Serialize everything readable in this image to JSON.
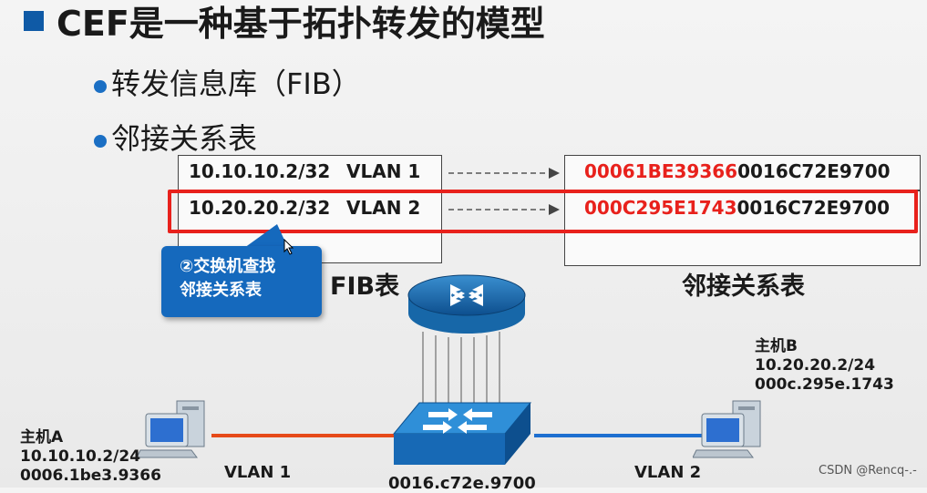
{
  "slide": {
    "title": "CEF是一种基于拓扑转发的模型",
    "bullets": [
      "转发信息库（FIB）",
      "邻接关系表"
    ]
  },
  "fib_table": {
    "label": "FIB表",
    "rows": [
      {
        "prefix": "10.10.10.2/32",
        "vlan": "VLAN 1"
      },
      {
        "prefix": "10.20.20.2/32",
        "vlan": "VLAN 2"
      }
    ]
  },
  "adjacency_table": {
    "label": "邻接关系表",
    "rows": [
      {
        "dst_mac": "00061BE39366",
        "src_mac": "0016C72E9700"
      },
      {
        "dst_mac": "000C295E1743",
        "src_mac": "0016C72E9700"
      }
    ]
  },
  "callout": {
    "line1": "②交换机查找",
    "line2": "邻接关系表"
  },
  "hosts": {
    "a": {
      "name": "主机A",
      "ip": "10.10.10.2/24",
      "mac": "0006.1be3.9366"
    },
    "b": {
      "name": "主机B",
      "ip": "10.20.20.2/24",
      "mac": "000c.295e.1743"
    }
  },
  "switch": {
    "mac": "0016.c72e.9700"
  },
  "links": {
    "left_vlan": "VLAN 1",
    "right_vlan": "VLAN 2"
  },
  "watermark": "CSDN @Rencq-.-",
  "colors": {
    "accent_blue": "#0f5aa6",
    "highlight_red": "#e8211c",
    "vlan1_link": "#e64a19",
    "vlan2_link": "#1e6fd0"
  }
}
